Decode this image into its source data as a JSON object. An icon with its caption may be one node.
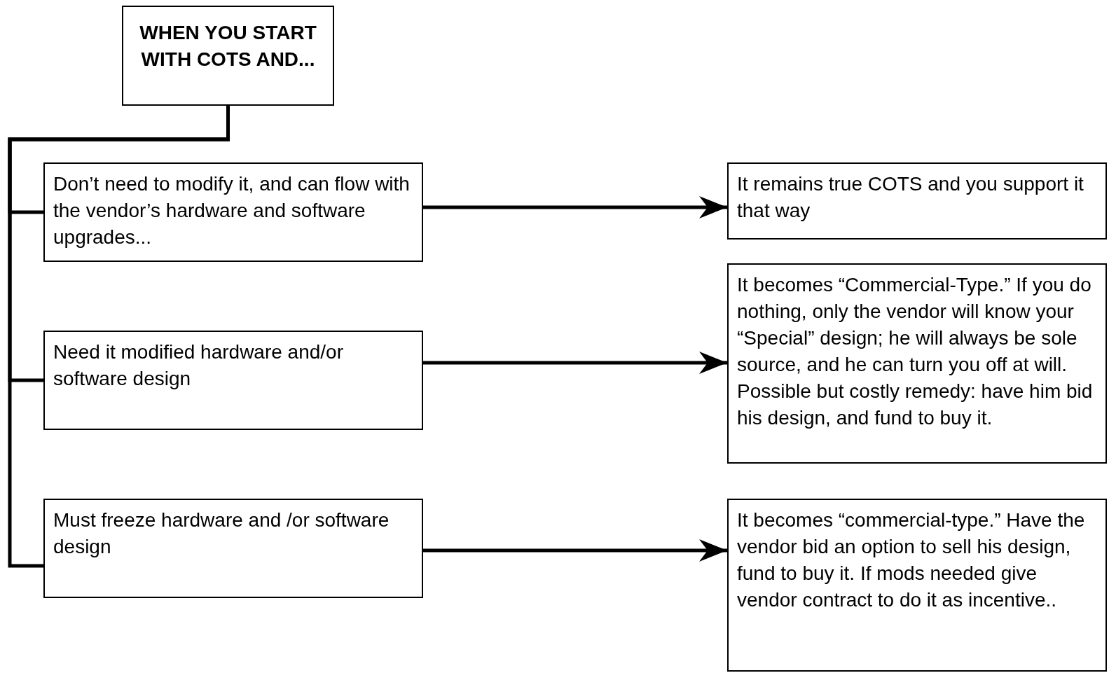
{
  "diagram": {
    "nodes": [
      {
        "text": [
          "WHEN YOU START WITH COTS AND..."
        ]
      },
      {
        "text": [
          "Don’t need to modify it, and can flow with the vendor’s hardware and software upgrades..."
        ]
      },
      {
        "text": [
          "Need it modified hardware and/or software design"
        ]
      },
      {
        "text": [
          "Must freeze hardware and /or software design"
        ]
      },
      {
        "text": [
          "It remains true COTS and you support it that way"
        ]
      },
      {
        "text": [
          "It becomes “Commercial-Type.” If you do nothing, only the vendor will know your “Special” design; he will always be sole source, and he can turn you off at will. Possible but costly remedy: have him bid his design, and fund to buy it."
        ]
      },
      {
        "text": [
          "It becomes “commercial-type.” Have the vendor bid an option to sell his design, fund to buy it.  If mods needed give vendor contract to do it as incentive.."
        ]
      }
    ],
    "edges": [
      {
        "from": 0,
        "to": 1,
        "arrow": "none"
      },
      {
        "from": 0,
        "to": 2,
        "arrow": "none"
      },
      {
        "from": 0,
        "to": 3,
        "arrow": "none"
      },
      {
        "from": 1,
        "to": 4,
        "arrow": "to"
      },
      {
        "from": 2,
        "to": 5,
        "arrow": "to"
      },
      {
        "from": 3,
        "to": 6,
        "arrow": "to"
      }
    ]
  }
}
